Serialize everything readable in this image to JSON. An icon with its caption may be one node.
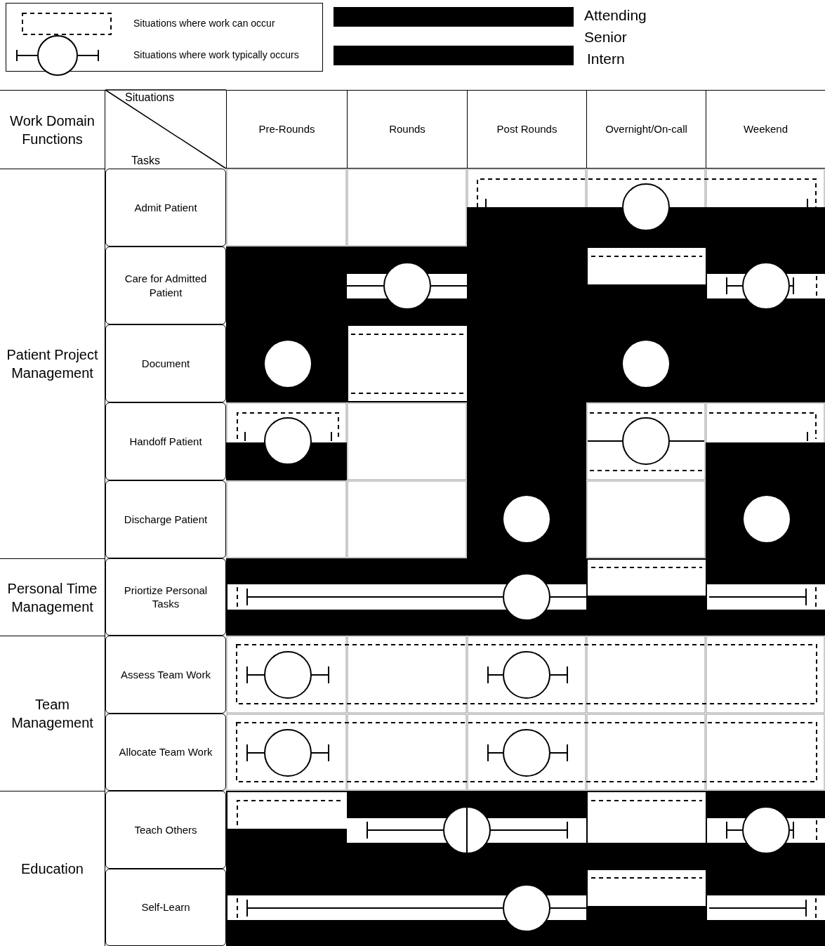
{
  "diagram": {
    "labels": [
      "Work Domain Functions",
      "Situations",
      "Tasks",
      "Pre-Rounds",
      "Rounds",
      "Post Rounds",
      "Overnight/On-call",
      "Weekend",
      "Patient Project Management",
      "Admit Patient",
      "Care for Admitted Patient",
      "Document",
      "Handoff Patient",
      "Discharge Patient",
      "Personal Time Management",
      "Priortize Personal Tasks",
      "Team Management",
      "Assess Team Work",
      "Allocate Team Work",
      "Education",
      "Teach Others",
      "Self-Learn"
    ],
    "legend": [
      {
        "text": "Situations where work can occur"
      },
      {
        "text": "Situations where work typically occurs"
      },
      {
        "text": "Attending",
        "color": "#000000"
      },
      {
        "text": "Senior",
        "color": "#ffffff"
      },
      {
        "text": "Intern",
        "color": "#000000"
      }
    ]
  }
}
